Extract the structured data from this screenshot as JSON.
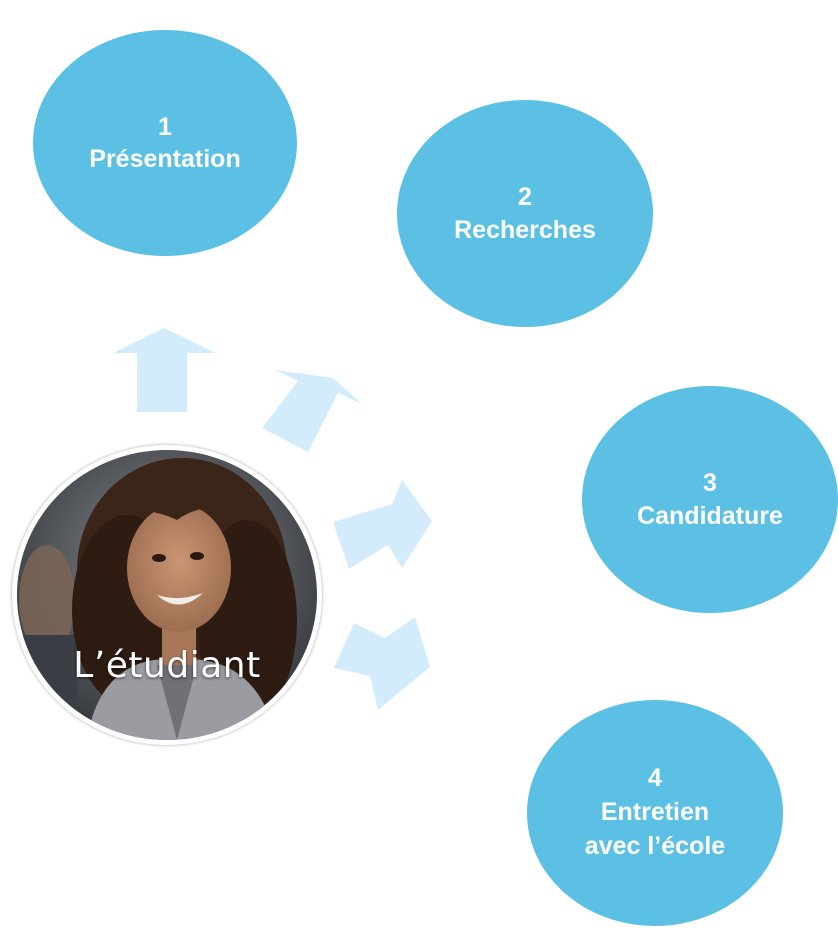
{
  "colors": {
    "step_fill": "#5bc0e3",
    "arrow_fill": "#d3ecfb",
    "step_text": "#ffffff"
  },
  "center": {
    "label": "L’étudiant",
    "photo_icon": "student-photo"
  },
  "steps": [
    {
      "number": "1",
      "title": "Présentation"
    },
    {
      "number": "2",
      "title": "Recherches"
    },
    {
      "number": "3",
      "title": "Candidature"
    },
    {
      "number": "4",
      "title_line1": "Entretien",
      "title_line2": "avec l’école"
    }
  ]
}
